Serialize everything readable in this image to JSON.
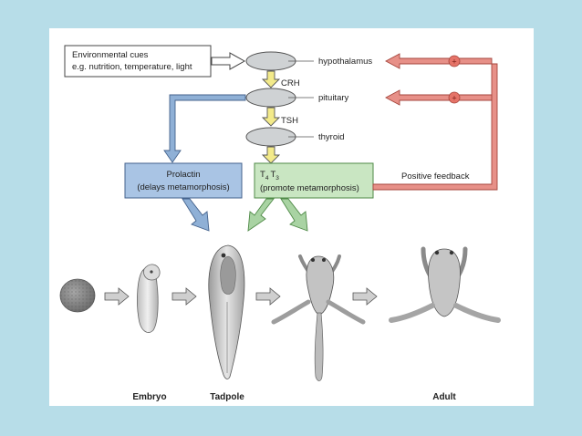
{
  "input_box": {
    "line1": "Environmental cues",
    "line2": "e.g. nutrition, temperature, light"
  },
  "glands": {
    "hypothalamus": "hypothalamus",
    "pituitary": "pituitary",
    "thyroid": "thyroid"
  },
  "hormones": {
    "crh": "CRH",
    "tsh": "TSH"
  },
  "prolactin_box": {
    "line1": "Prolactin",
    "line2": "(delays metamorphosis)"
  },
  "thyroid_hormone_box": {
    "t4": "T",
    "t4_sub": "4",
    "t3": "T",
    "t3_sub": "3",
    "line2": "(promote metamorphosis)"
  },
  "feedback": {
    "label": "Positive feedback",
    "sign": "+"
  },
  "stages": {
    "embryo": "Embryo",
    "tadpole": "Tadpole",
    "adult": "Adult"
  },
  "colors": {
    "page_background": "#b7dde8",
    "blue_arrow": "#8fb0d6",
    "green_arrow": "#a9d3a3",
    "red_arrow": "#e79088",
    "yellow_arrow": "#f3ea8a",
    "gland_grey": "#cfd2d4",
    "prolactin_fill": "#a9c4e4",
    "thyroid_box_fill": "#c9e6c2"
  }
}
